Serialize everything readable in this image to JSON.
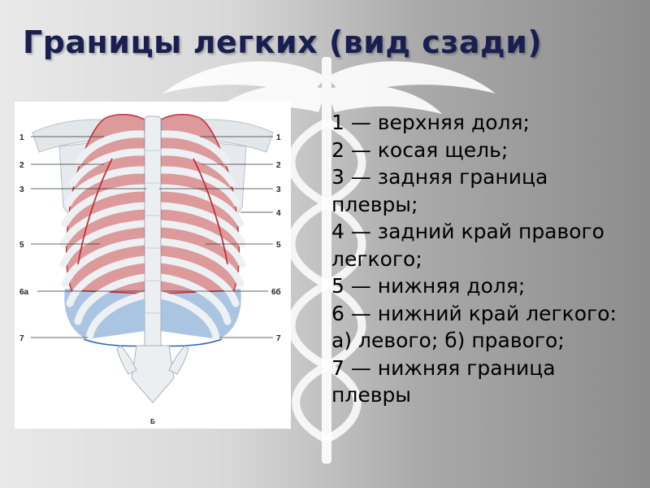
{
  "slide": {
    "title": "Границы легких (вид сзади)"
  },
  "figure": {
    "labels_left": [
      "1",
      "2",
      "3",
      "5",
      "6а",
      "7"
    ],
    "labels_right": [
      "1",
      "2",
      "3",
      "4",
      "5",
      "6б",
      "7"
    ],
    "plate_letter": "Б"
  },
  "legend": {
    "items": [
      "1 — верхняя доля;",
      "2 — косая щель;",
      "3 — задняя граница плевры;",
      "4 — задний край правого легкого;",
      "5 — нижняя доля;",
      "6 — нижний край легкого: а) левого; б) правого;",
      "7 — нижняя граница плевры"
    ]
  },
  "colors": {
    "title": "#1a1f52",
    "lung": "#d98f8f",
    "pleura_lower": "#8fb2d9",
    "pleura_line": "#2a64b0",
    "lung_line": "#c0303a",
    "bone": "#eceff2"
  }
}
